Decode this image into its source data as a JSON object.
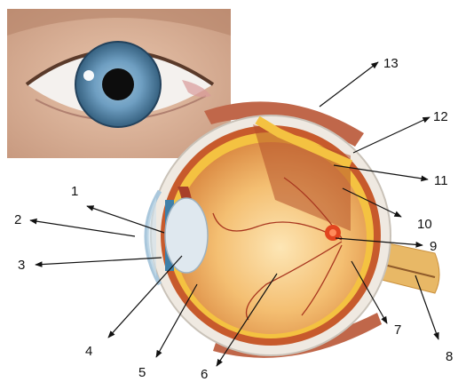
{
  "diagram": {
    "subject": "eye anatomy",
    "labels": [
      "1",
      "2",
      "3",
      "4",
      "5",
      "6",
      "7",
      "8",
      "9",
      "10",
      "11",
      "12",
      "13"
    ],
    "colors": {
      "sclera": "#f2ede6",
      "vitreous": "#f6c27a",
      "choroid": "#c75a2c",
      "retina_band": "#f4c241",
      "iris": "#3f7fa8",
      "lens": "#dfe8ef",
      "muscle": "#c0674a",
      "optic_nerve": "#e8b866"
    },
    "icons": [
      "eye-photo",
      "eye-cross-section"
    ]
  }
}
